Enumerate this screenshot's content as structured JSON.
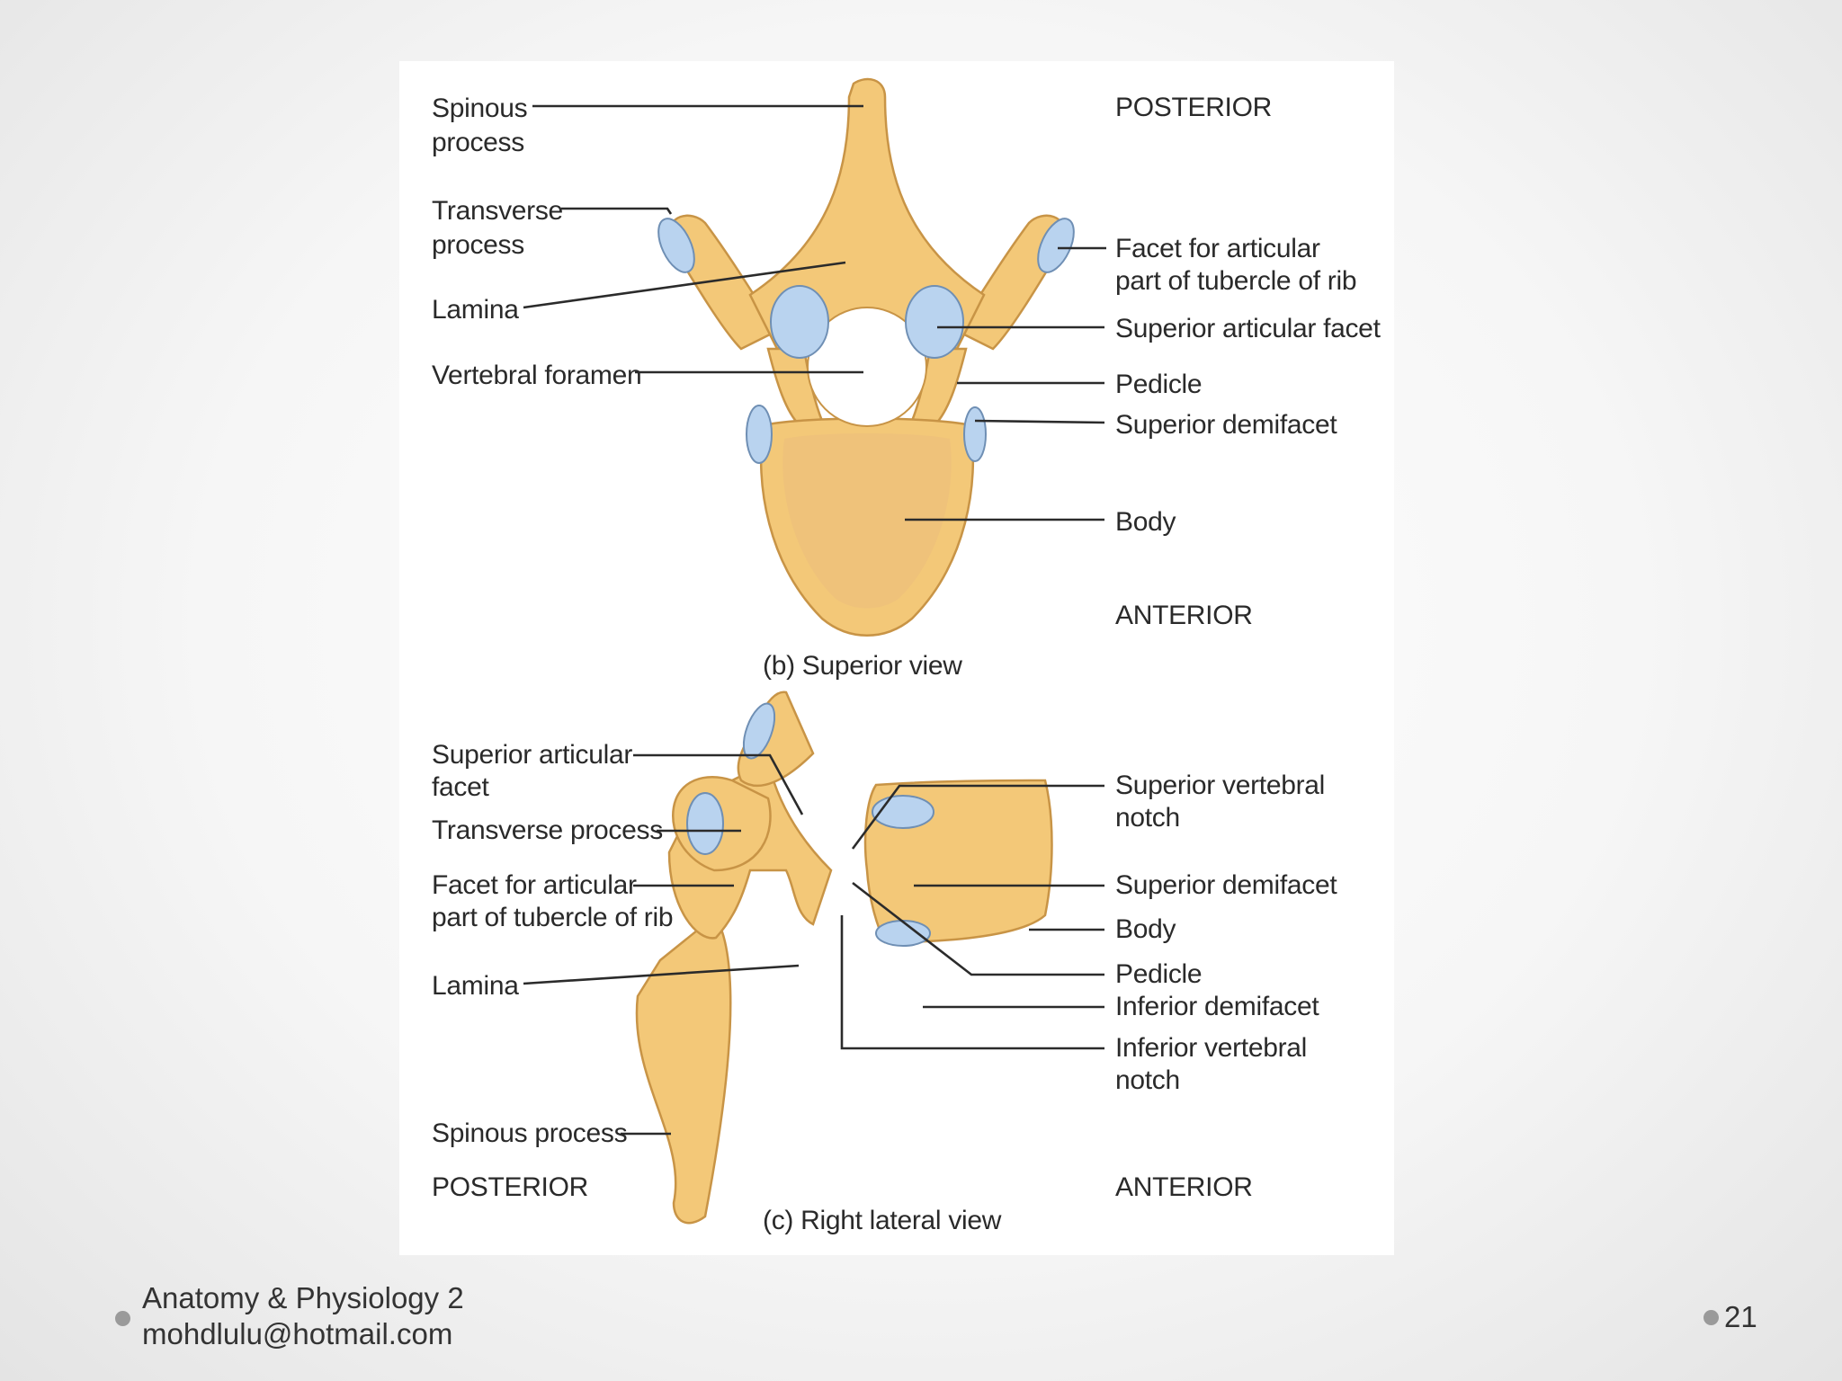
{
  "superior_view": {
    "caption": "(b) Superior view",
    "orientation_top": "POSTERIOR",
    "orientation_bottom": "ANTERIOR",
    "labels": {
      "spinous_process_1": "Spinous",
      "spinous_process_2": "process",
      "transverse_process_1": "Transverse",
      "transverse_process_2": "process",
      "lamina": "Lamina",
      "vertebral_foramen": "Vertebral foramen",
      "facet_rib_1": "Facet for articular",
      "facet_rib_2": "part of tubercle of rib",
      "superior_articular_facet": "Superior articular facet",
      "pedicle": "Pedicle",
      "superior_demifacet": "Superior demifacet",
      "body": "Body"
    }
  },
  "lateral_view": {
    "caption": "(c) Right lateral view",
    "orientation_left": "POSTERIOR",
    "orientation_right": "ANTERIOR",
    "labels": {
      "superior_articular_facet_1": "Superior articular",
      "superior_articular_facet_2": "facet",
      "transverse_process": "Transverse process",
      "facet_rib_1": "Facet for articular",
      "facet_rib_2": "part of tubercle of rib",
      "lamina": "Lamina",
      "spinous_process": "Spinous process",
      "superior_vertebral_notch_1": "Superior vertebral",
      "superior_vertebral_notch_2": "notch",
      "superior_demifacet": "Superior demifacet",
      "body": "Body",
      "pedicle": "Pedicle",
      "inferior_demifacet": "Inferior demifacet",
      "inferior_vertebral_notch_1": "Inferior vertebral",
      "inferior_vertebral_notch_2": "notch"
    }
  },
  "footer": {
    "course": "Anatomy & Physiology 2",
    "email": "mohdlulu@hotmail.com",
    "page_number": "21"
  },
  "colors": {
    "bone": "#f3c878",
    "cartilage_facet": "#b9d3ef",
    "background": "#ffffff"
  }
}
